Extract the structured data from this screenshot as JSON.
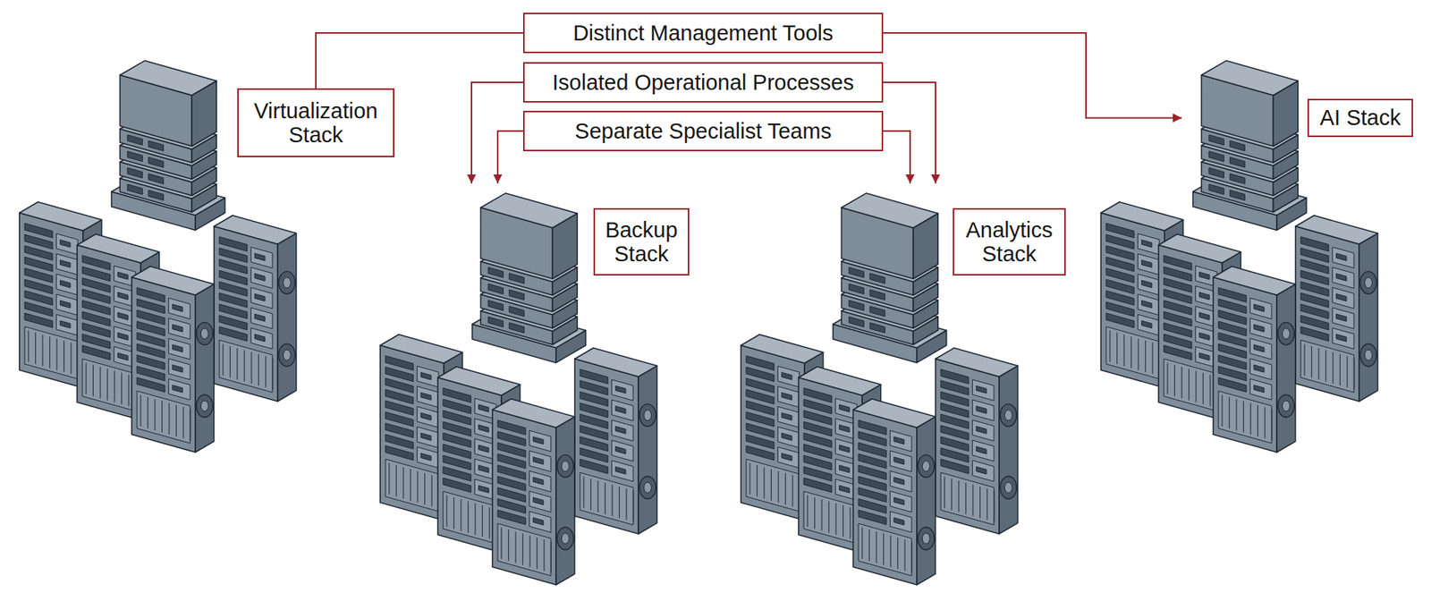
{
  "diagram": {
    "nodes": [
      {
        "text": [
          "Distinct Management Tools"
        ]
      },
      {
        "text": [
          "Isolated Operational Processes"
        ]
      },
      {
        "text": [
          "Separate Specialist Teams"
        ]
      },
      {
        "text": [
          "Virtualization Stack"
        ]
      },
      {
        "text": [
          "Backup Stack"
        ]
      },
      {
        "text": [
          "Analytics Stack"
        ]
      },
      {
        "text": [
          "AI Stack"
        ]
      }
    ],
    "edges": [
      {
        "from": 0,
        "to": 3,
        "arrow": "none"
      },
      {
        "from": 0,
        "to": 6,
        "arrow": "to"
      },
      {
        "from": 1,
        "to": 4,
        "arrow": "to"
      },
      {
        "from": 1,
        "to": 5,
        "arrow": "to"
      },
      {
        "from": 2,
        "to": 4,
        "arrow": "to"
      },
      {
        "from": 2,
        "to": 5,
        "arrow": "to"
      }
    ]
  }
}
